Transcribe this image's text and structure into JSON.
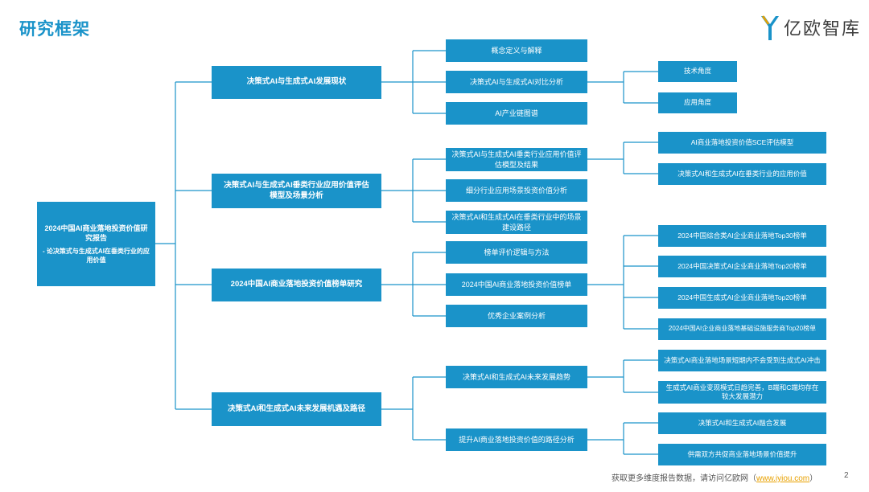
{
  "header": {
    "title": "研究框架"
  },
  "brand": {
    "name": "亿欧智库",
    "logo_icon": "yiou-y-icon",
    "accent": "#1a93c9"
  },
  "root": {
    "title": "2024中国AI商业落地投资价值研究报告",
    "subtitle": "- 论决策式与生成式AI在垂类行业的应用价值"
  },
  "branches": [
    {
      "label": "决策式AI与生成式AI发展现状",
      "children": [
        {
          "label": "概念定义与解释",
          "children": []
        },
        {
          "label": "决策式AI与生成式AI对比分析",
          "children": [
            "技术角度",
            "应用角度"
          ]
        },
        {
          "label": "AI产业链图谱",
          "children": []
        }
      ]
    },
    {
      "label": "决策式AI与生成式AI垂类行业应用价值评估模型及场景分析",
      "children": [
        {
          "label": "决策式AI与生成式AI垂类行业应用价值评估模型及结果",
          "children": [
            "AI商业落地投资价值SCE评估模型",
            "决策式AI和生成式AI在垂类行业的应用价值"
          ]
        },
        {
          "label": "细分行业应用场景投资价值分析",
          "children": []
        },
        {
          "label": "决策式AI和生成式AI在垂类行业中的场景建设路径",
          "children": []
        }
      ]
    },
    {
      "label": "2024中国AI商业落地投资价值榜单研究",
      "children": [
        {
          "label": "榜单评价逻辑与方法",
          "children": []
        },
        {
          "label": "2024中国AI商业落地投资价值榜单",
          "children": [
            "2024中国综合类AI企业商业落地Top30榜单",
            "2024中国决策式AI企业商业落地Top20榜单",
            "2024中国生成式AI企业商业落地Top20榜单",
            "2024中国AI企业商业落地基础设施服务商Top20榜单"
          ]
        },
        {
          "label": "优秀企业案例分析",
          "children": []
        }
      ]
    },
    {
      "label": "决策式AI和生成式AI未来发展机遇及路径",
      "children": [
        {
          "label": "决策式AI和生成式AI未来发展趋势",
          "children": [
            "决策式AI商业落地场景短期内不会受到生成式AI冲击",
            "生成式AI商业变现模式日趋完善，B端和C端均存在较大发展潜力"
          ]
        },
        {
          "label": "提升AI商业落地投资价值的路径分析",
          "children": [
            "决策式AI和生成式AI融合发展",
            "供需双方共促商业落地场景价值提升"
          ]
        }
      ]
    }
  ],
  "footer": {
    "text_before": "获取更多维度报告数据，请访问亿欧网（",
    "link": "www.iyiou.com",
    "text_after": "）",
    "page": "2"
  }
}
